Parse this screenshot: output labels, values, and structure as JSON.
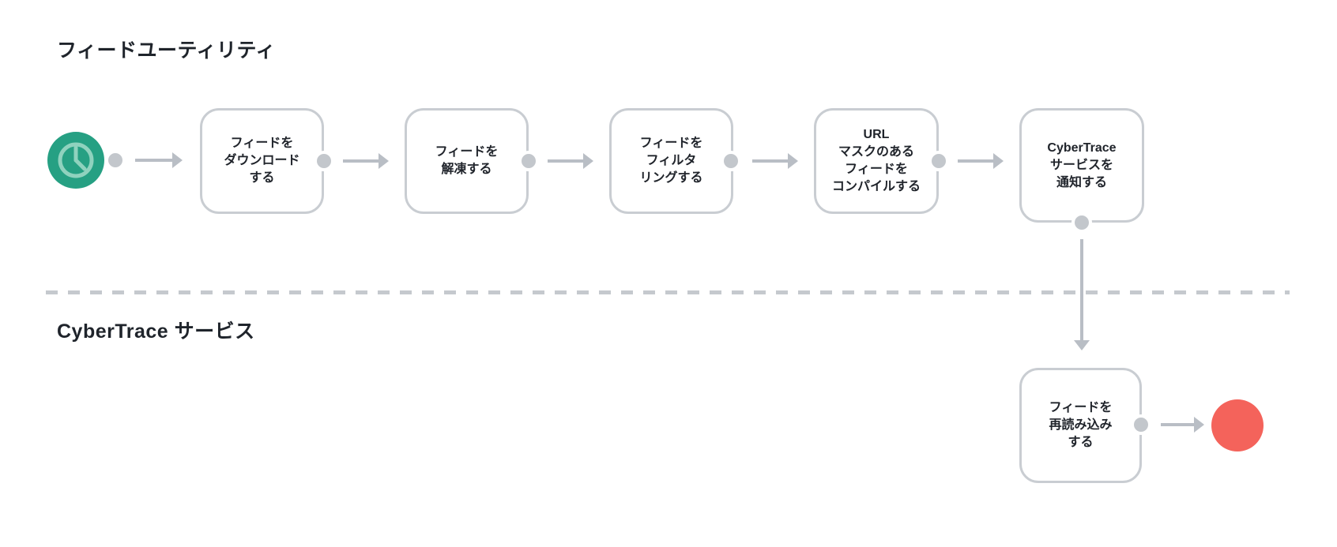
{
  "diagram": {
    "lanes": [
      {
        "title": "フィードユーティリティ"
      },
      {
        "title": "CyberTrace サービス"
      }
    ],
    "start_node": {
      "icon": "clock-icon",
      "color": "#26A083",
      "icon_color": "#8FD2BE"
    },
    "end_node": {
      "color": "#F4635B"
    },
    "nodes": [
      {
        "label": "フィードを\nダウンロード\nする"
      },
      {
        "label": "フィードを\n解凍する"
      },
      {
        "label": "フィードを\nフィルタ\nリングする"
      },
      {
        "label": "URL\nマスクのある\nフィードを\nコンパイルする"
      },
      {
        "label": "CyberTrace\nサービスを\n通知する"
      },
      {
        "label": "フィードを\n再読み込み\nする"
      }
    ],
    "colors": {
      "box_border": "#C9CDD2",
      "connector_dot": "#C3C7CC",
      "arrow": "#B9BEC5",
      "divider_dash": "#C5C9CE",
      "text": "#20242B"
    }
  }
}
